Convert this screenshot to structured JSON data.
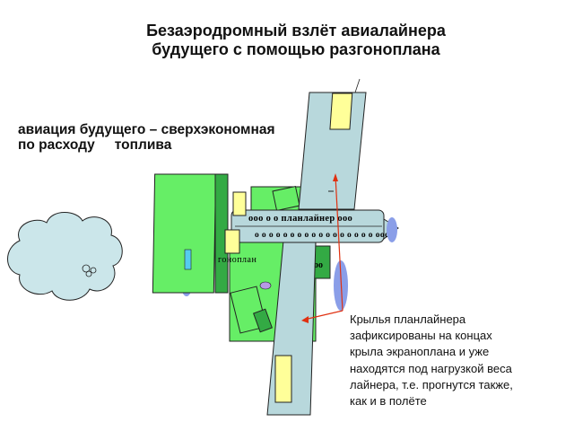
{
  "title": {
    "line1": "Безаэродромный взлёт авиалайнера",
    "line2": "будущего с помощью разгоноплана"
  },
  "subtitle": {
    "line1": "авиация будущего – сверхэкономная",
    "line2a": "по расходу",
    "line2b": "топлива"
  },
  "diagram": {
    "planliner_label": "ооо о о планлайнер ооо",
    "window_row": "о о о о о о о о о о о о о о о о о ооо",
    "razgonoplan_label": "гоноплан",
    "booster_windows": "ооо"
  },
  "note": {
    "lines": [
      "Крылья планлайнера",
      "зафиксированы на концах",
      "крыла экраноплана и уже",
      "находятся под нагрузкой веса",
      "лайнера, т.е. прогнутся также,",
      "как и в полёте"
    ]
  },
  "colors": {
    "wing": "#b8d8dc",
    "booster": "#66ee66",
    "booster_dark": "#33aa44",
    "yellow_panel": "#ffff99",
    "propeller": "#8a9ee8",
    "arrow": "#e03010"
  }
}
